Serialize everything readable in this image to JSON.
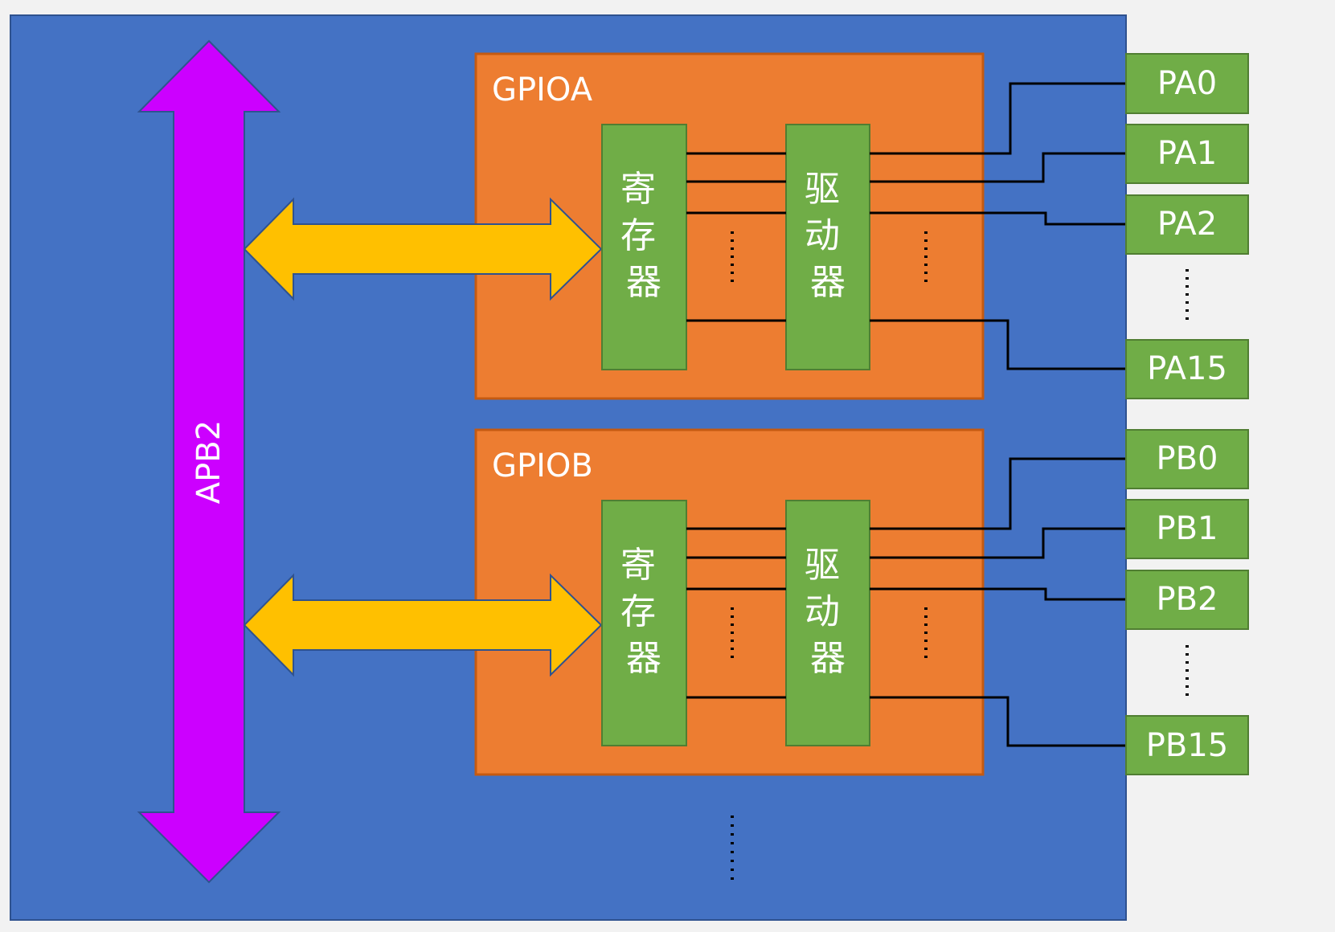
{
  "bus": {
    "label": "APB2"
  },
  "gpio_blocks": [
    {
      "title": "GPIOA",
      "register_label": "寄存器",
      "driver_label": "驱动器",
      "pins": [
        "PA0",
        "PA1",
        "PA2",
        "PA15"
      ]
    },
    {
      "title": "GPIOB",
      "register_label": "寄存器",
      "driver_label": "驱动器",
      "pins": [
        "PB0",
        "PB1",
        "PB2",
        "PB15"
      ]
    }
  ],
  "ellipsis": "……",
  "colors": {
    "chip_bg": "#4472c4",
    "chip_border": "#2f528f",
    "gpio_block": "#ed7d31",
    "gpio_border": "#c55a11",
    "green_box": "#70ad47",
    "green_border": "#507e32",
    "bus_arrow": "#cc00ff",
    "data_arrow": "#ffc000",
    "wire": "#000000",
    "text": "#ffffff"
  }
}
